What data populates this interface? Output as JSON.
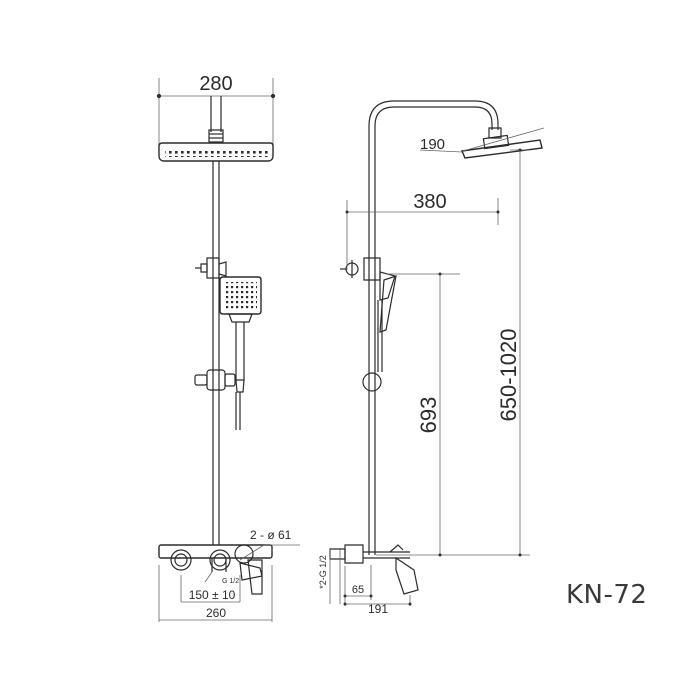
{
  "model": "KN-72",
  "front_view": {
    "head_width": "280",
    "inlet_label": "2 - ø 61",
    "thread_label": "G 1/2",
    "spacing": "150 ± 10",
    "mixer_width": "260"
  },
  "side_view": {
    "head_diameter": "190",
    "arm_reach": "380",
    "height_to_holder": "693",
    "height_range": "650-1020",
    "inlet_thread": "*2-G 1/2",
    "wall_to_spout_base": "65",
    "spout_projection": "191"
  },
  "colors": {
    "line": "#2b2b2b",
    "dim_line": "#555555",
    "background": "#ffffff"
  }
}
